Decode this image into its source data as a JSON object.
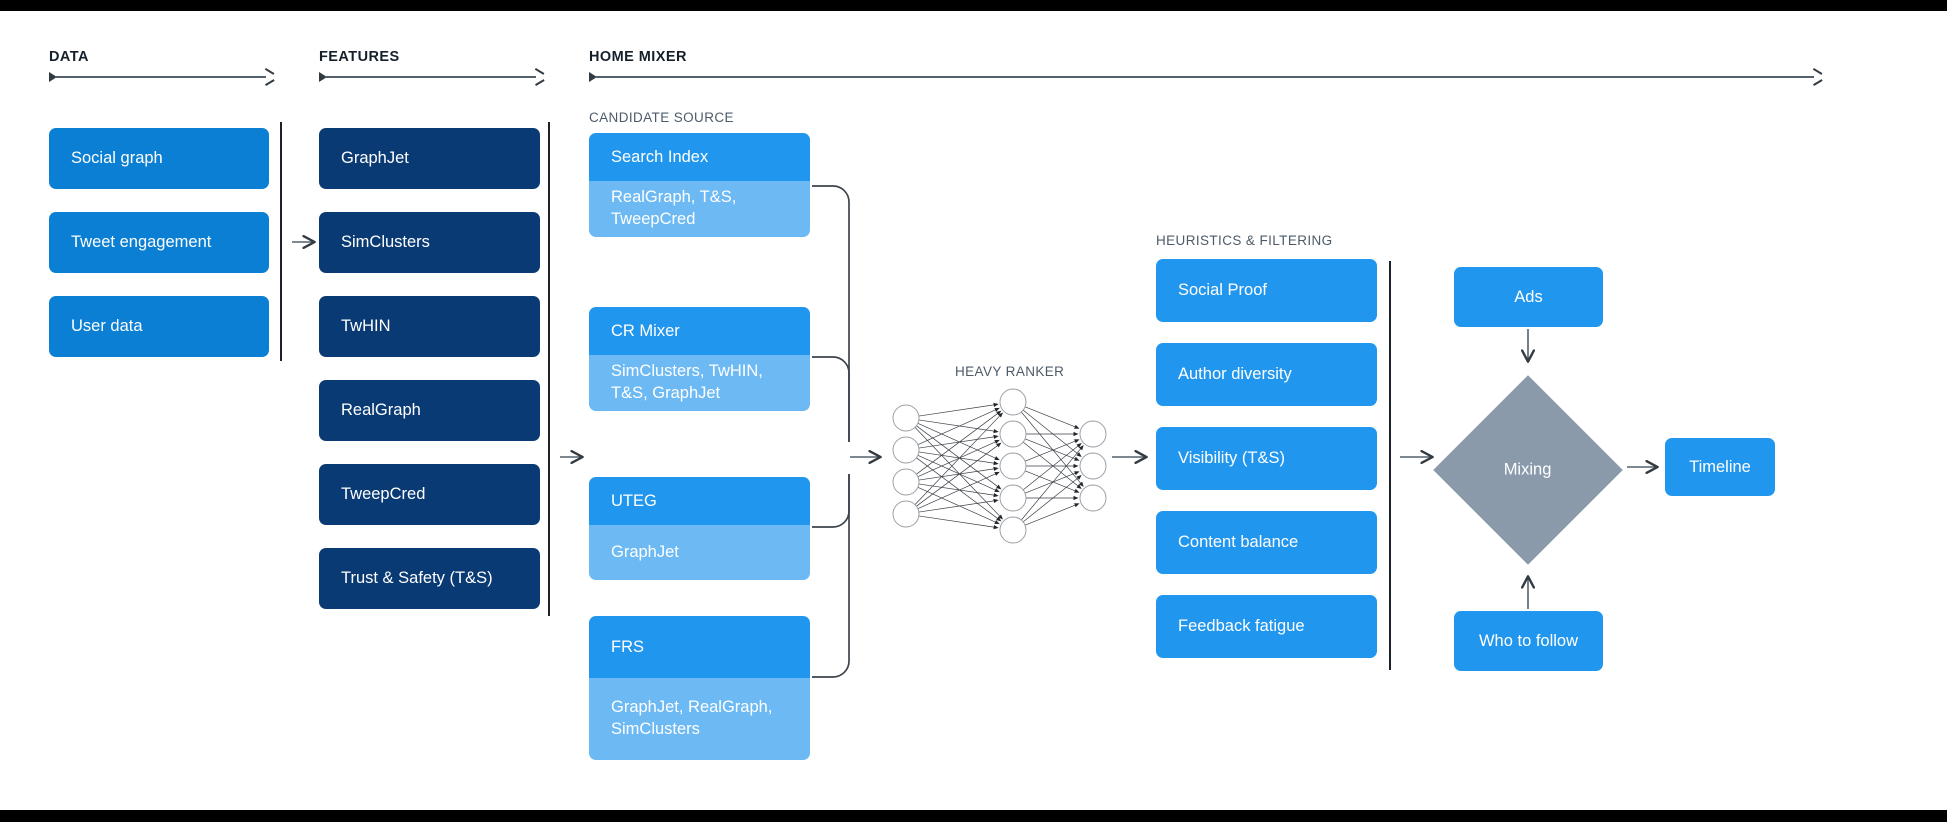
{
  "sections": {
    "data": {
      "title": "DATA"
    },
    "features": {
      "title": "FEATURES"
    },
    "home_mixer": {
      "title": "HOME MIXER"
    },
    "candidate_source": {
      "title": "CANDIDATE SOURCE"
    },
    "heavy_ranker": {
      "title": "HEAVY RANKER"
    },
    "heuristics": {
      "title": "HEURISTICS & FILTERING"
    }
  },
  "data_boxes": [
    {
      "label": "Social graph"
    },
    {
      "label": "Tweet engagement"
    },
    {
      "label": "User data"
    }
  ],
  "feature_boxes": [
    {
      "label": "GraphJet"
    },
    {
      "label": "SimClusters"
    },
    {
      "label": "TwHIN"
    },
    {
      "label": "RealGraph"
    },
    {
      "label": "TweepCred"
    },
    {
      "label": "Trust & Safety (T&S)"
    }
  ],
  "candidate_sources": [
    {
      "name": "Search Index",
      "features": "RealGraph, T&S,\nTweepCred"
    },
    {
      "name": "CR Mixer",
      "features": "SimClusters, TwHIN,\nT&S, GraphJet"
    },
    {
      "name": "UTEG",
      "features": "GraphJet"
    },
    {
      "name": "FRS",
      "features": "GraphJet, RealGraph,\nSimClusters"
    }
  ],
  "heuristic_boxes": [
    {
      "label": "Social Proof"
    },
    {
      "label": "Author diversity"
    },
    {
      "label": "Visibility (T&S)"
    },
    {
      "label": "Content balance"
    },
    {
      "label": "Feedback fatigue"
    }
  ],
  "output": {
    "ads": "Ads",
    "mixing": "Mixing",
    "who_to_follow": "Who to follow",
    "timeline": "Timeline"
  },
  "neural_net": {
    "layers": [
      4,
      5,
      3
    ]
  },
  "colors": {
    "blue": "#0b7fd4",
    "navy": "#0a3a74",
    "flat_blue": "#2196ee",
    "light_blue": "#6cb9f4",
    "grey": "#8b9aab",
    "line": "#333b42",
    "background": "#ffffff",
    "frame": "#000000"
  }
}
